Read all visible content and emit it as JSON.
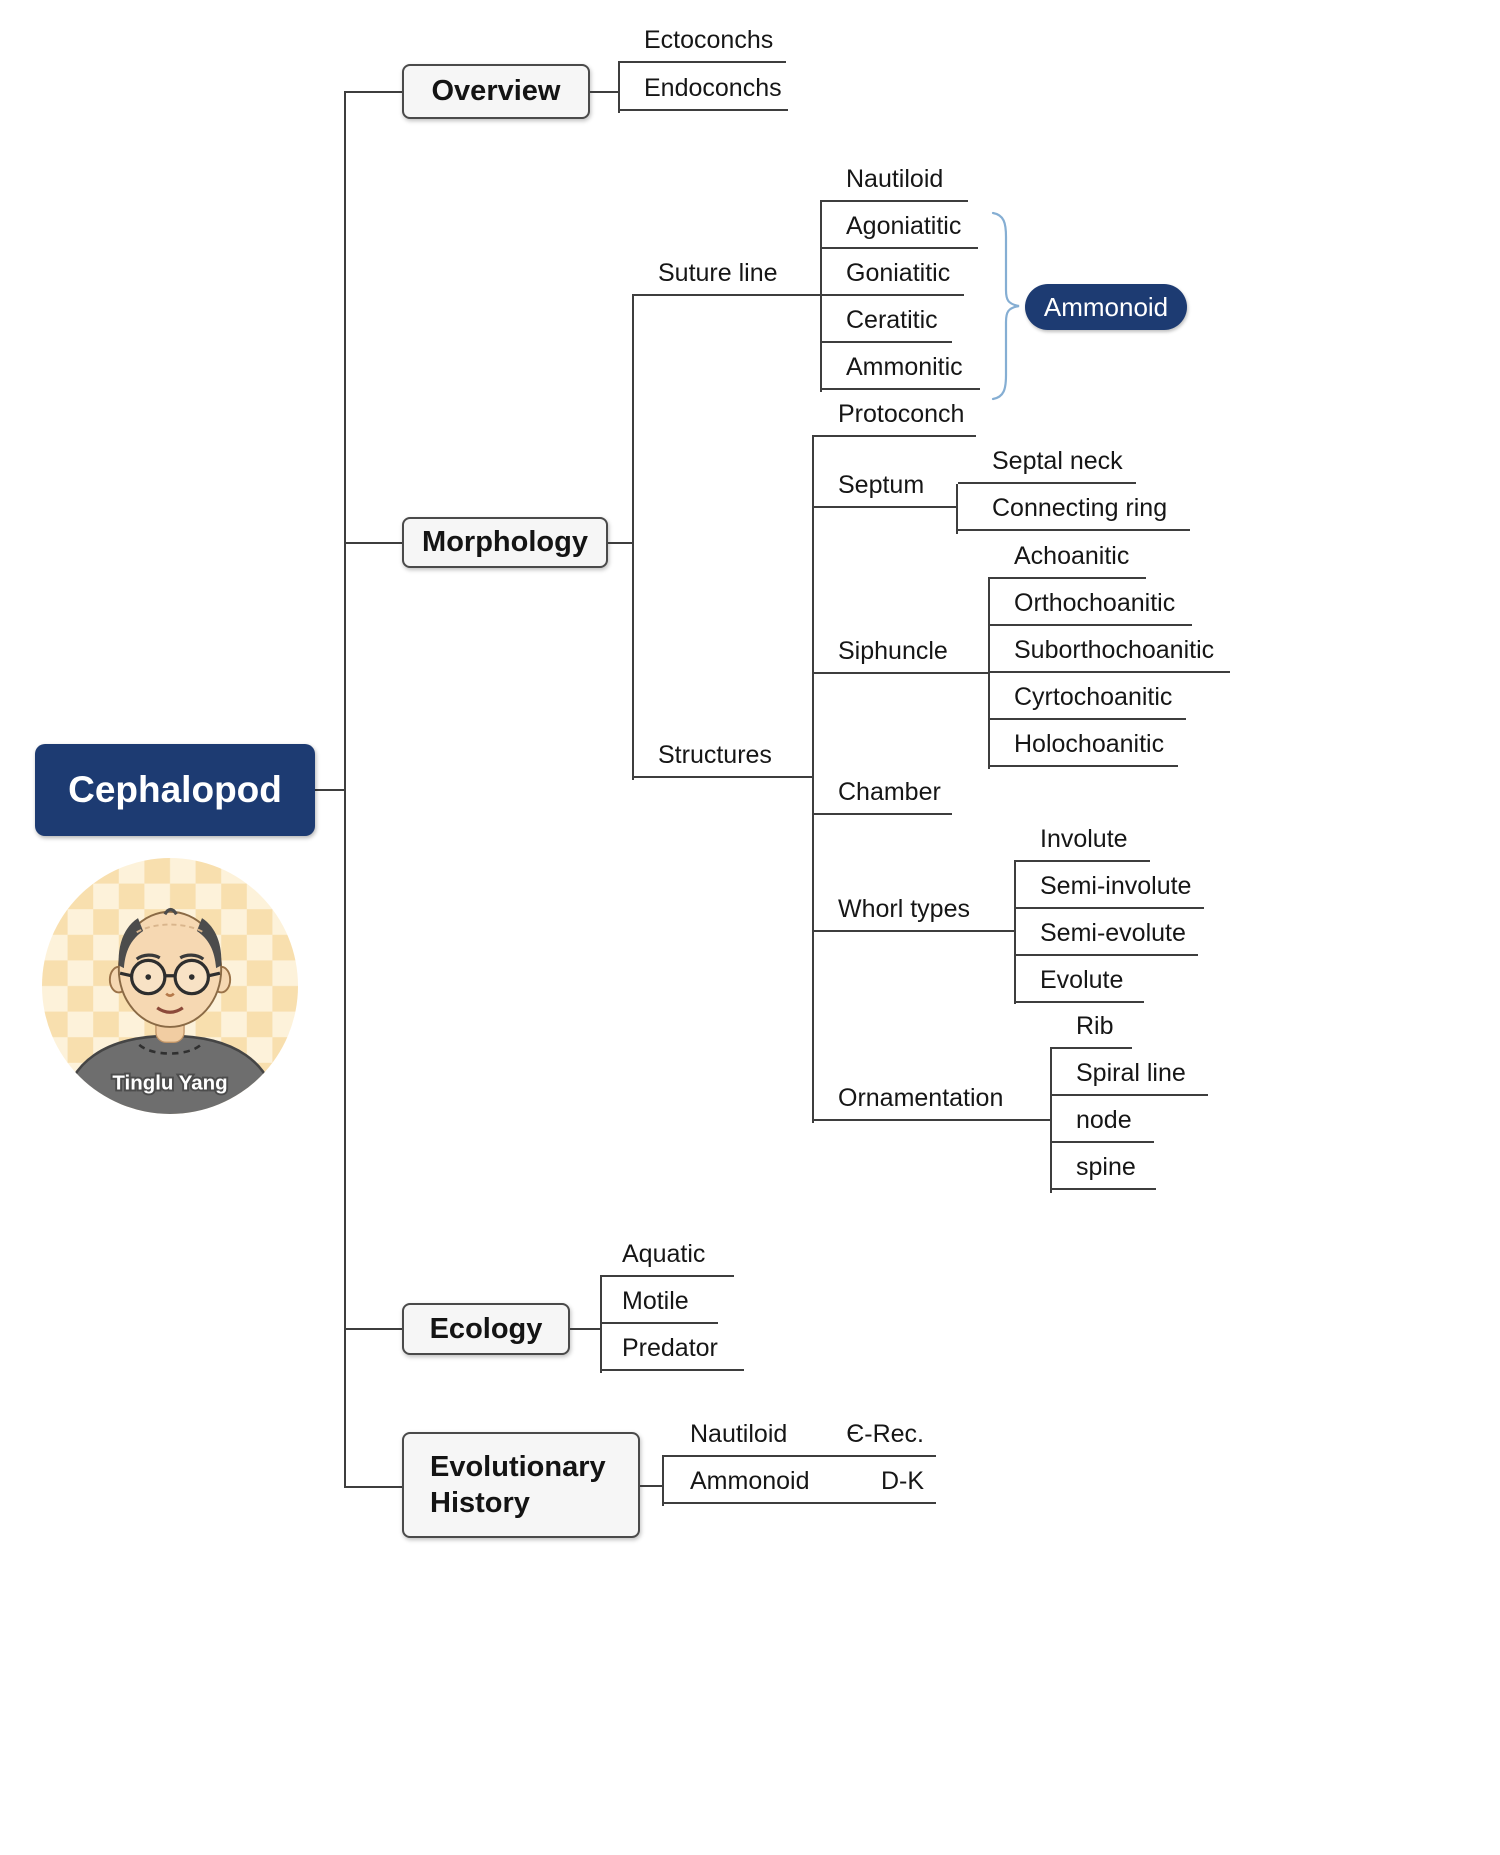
{
  "root": {
    "label": "Cephalopod"
  },
  "avatar": {
    "name": "Tinglu Yang"
  },
  "colors": {
    "accent_navy": "#1d3b72",
    "brace_blue": "#85aed3",
    "line": "#3e3e3e"
  },
  "branches": {
    "overview": {
      "label": "Overview",
      "children": [
        "Ectoconchs",
        "Endoconchs"
      ]
    },
    "morphology": {
      "label": "Morphology",
      "suture_line": {
        "label": "Suture line",
        "children": [
          "Nautiloid",
          "Agoniatitic",
          "Goniatitic",
          "Ceratitic",
          "Ammonitic"
        ],
        "group": {
          "label": "Ammonoid"
        }
      },
      "structures": {
        "label": "Structures",
        "protoconch": {
          "label": "Protoconch"
        },
        "septum": {
          "label": "Septum",
          "children": [
            "Septal neck",
            "Connecting ring"
          ]
        },
        "siphuncle": {
          "label": "Siphuncle",
          "children": [
            "Achoanitic",
            "Orthochoanitic",
            "Suborthochoanitic",
            "Cyrtochoanitic",
            "Holochoanitic"
          ]
        },
        "chamber": {
          "label": "Chamber"
        },
        "whorl_types": {
          "label": "Whorl types",
          "children": [
            "Involute",
            "Semi-involute",
            "Semi-evolute",
            "Evolute"
          ]
        },
        "ornamentation": {
          "label": "Ornamentation",
          "children": [
            "Rib",
            "Spiral line",
            "node",
            "spine"
          ]
        }
      }
    },
    "ecology": {
      "label": "Ecology",
      "children": [
        "Aquatic",
        "Motile",
        "Predator"
      ]
    },
    "evolutionary_history": {
      "label": "Evolutionary History",
      "rows": [
        {
          "name": "Nautiloid",
          "range": "Є-Rec."
        },
        {
          "name": "Ammonoid",
          "range": "D-K"
        }
      ]
    }
  }
}
